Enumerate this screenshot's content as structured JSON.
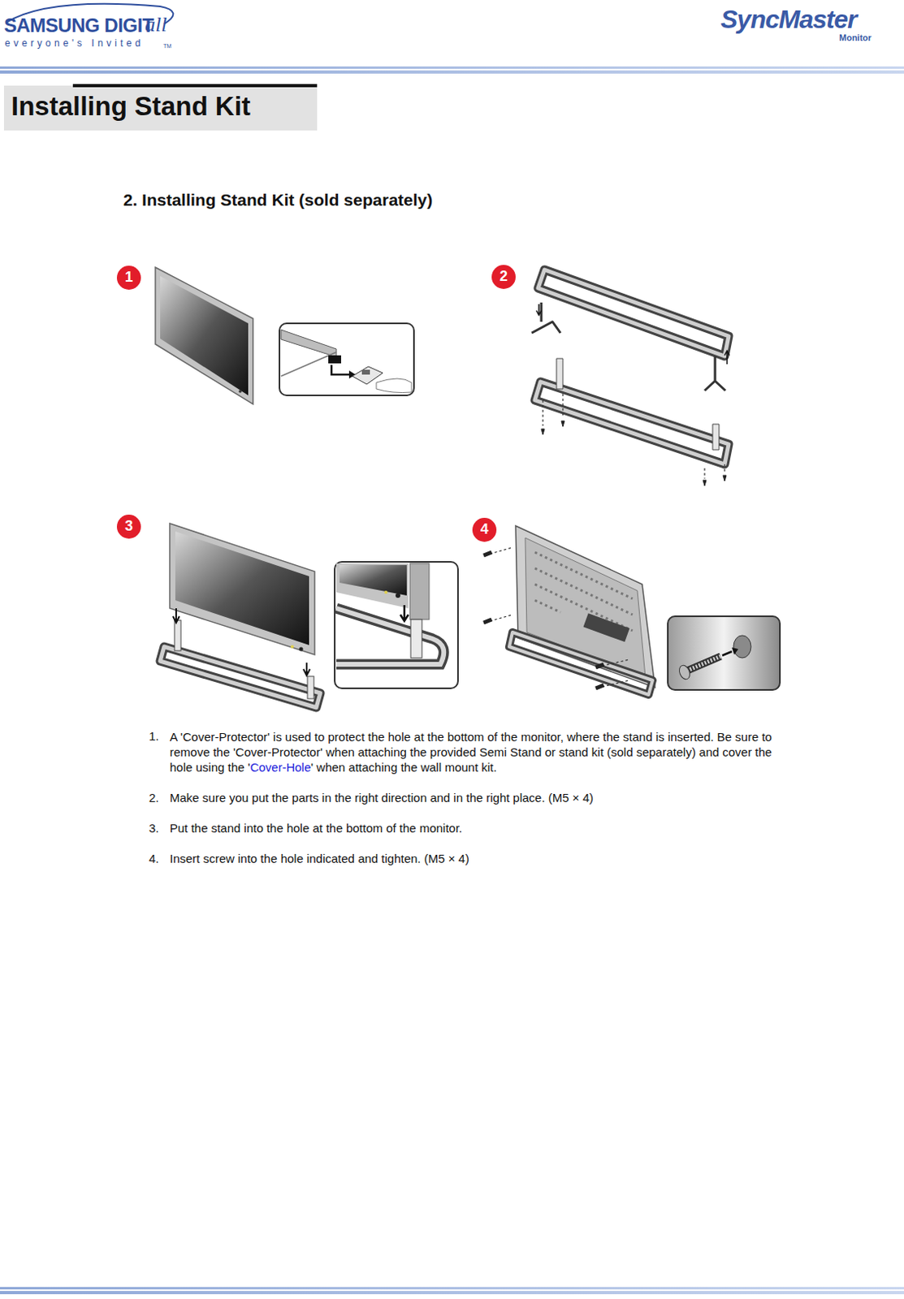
{
  "diagram": {
    "title": "Installing Stand Kit",
    "labels": [
      "SAMSUNG DIGIT",
      "all",
      "everyone's Invited",
      "TM",
      "SyncMaster",
      "Monitor",
      "2. Installing Stand Kit (sold separately)",
      "1",
      "2",
      "3",
      "4",
      "1.",
      "A 'Cover-Protector' is used to protect the hole at the bottom of the monitor, where the stand is inserted. Be sure to remove the 'Cover-Protector' when attaching the provided Semi Stand or stand kit (sold separately) and cover the hole using the '",
      "Cover-Hole",
      "' when attaching the wall mount kit.",
      "2.",
      "Make sure you put the parts in the right direction and in the right place. (M5 × 4)",
      "3.",
      "Put the stand into the hole at the bottom of the monitor.",
      "4.",
      "Insert screw into the hole indicated and tighten. (M5 × 4)"
    ]
  }
}
